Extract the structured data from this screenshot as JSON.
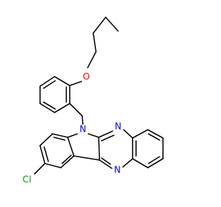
{
  "molecule": {
    "atoms": {
      "O": "O",
      "N_indole": "N",
      "N_upper": "N",
      "N_lower": "N",
      "Cl": "Cl"
    },
    "colors": {
      "bond": "#000000",
      "oxygen": "#ff0000",
      "nitrogen": "#0000ff",
      "chlorine": "#00a000"
    }
  }
}
